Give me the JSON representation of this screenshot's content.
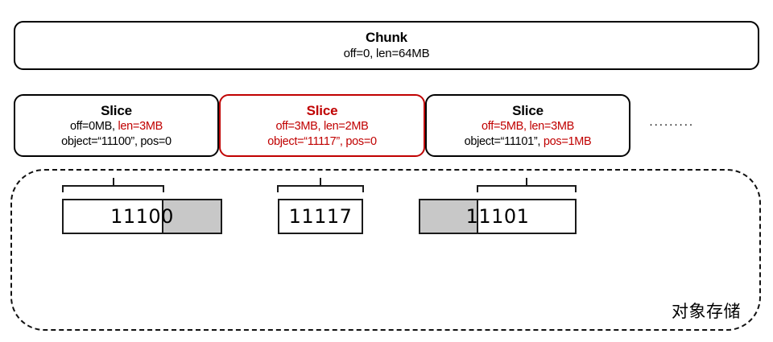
{
  "chunk": {
    "title": "Chunk",
    "detail": "off=0, len=64MB"
  },
  "slices": [
    {
      "title": "Slice",
      "line2_black": "off=0MB, ",
      "line2_red": "len=3MB",
      "line3_black": "object=“11100”, pos=0",
      "line3_red": ""
    },
    {
      "title": "Slice",
      "line2_black": "",
      "line2_red": "off=3MB, len=2MB",
      "line3_black": "",
      "line3_red": "object=“11117”, pos=0"
    },
    {
      "title": "Slice",
      "line2_black": "",
      "line2_red": "off=5MB, len=3MB",
      "line3_black": "object=“11101”, ",
      "line3_red": "pos=1MB"
    }
  ],
  "ellipsis": "·········",
  "storage": {
    "label": "对象存储",
    "objects": [
      {
        "name": "11100",
        "used_side": "left",
        "used_pct": 63,
        "free_pct": 37
      },
      {
        "name": "11117",
        "used_side": "full",
        "used_pct": 100,
        "free_pct": 0
      },
      {
        "name": "11101",
        "used_side": "right",
        "used_pct": 63,
        "free_pct": 37
      }
    ]
  },
  "colors": {
    "accent_red": "#C00000",
    "outline": "#000000",
    "grey_fill": "#C8C8C8"
  }
}
